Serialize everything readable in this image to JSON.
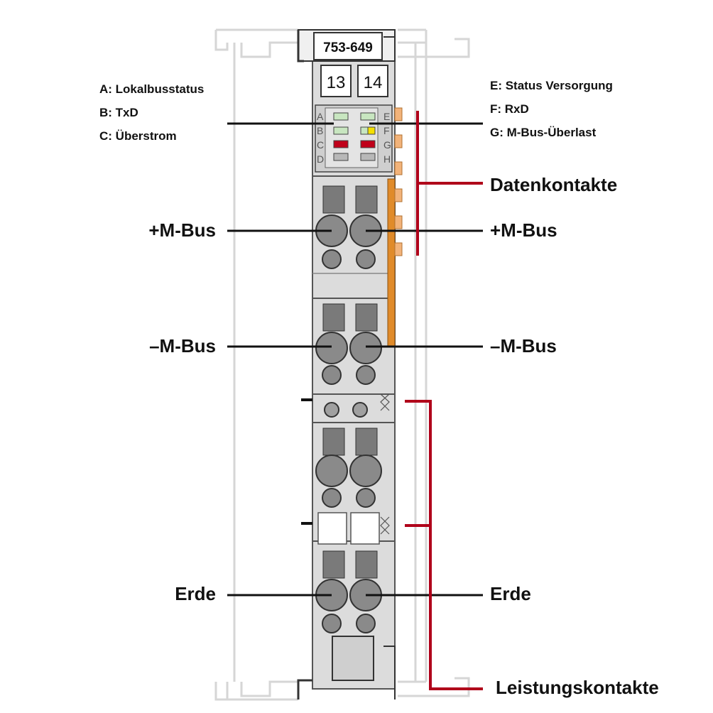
{
  "module": {
    "part_number": "753-649",
    "connector_numbers": [
      "13",
      "14"
    ],
    "led_letters_left": [
      "A",
      "B",
      "C",
      "D"
    ],
    "led_letters_right": [
      "E",
      "F",
      "G",
      "H"
    ]
  },
  "legend_left": {
    "a": "A: Lokalbusstatus",
    "b": "B: TxD",
    "c": "C: Überstrom"
  },
  "legend_right": {
    "e": "E: Status Versorgung",
    "f": "F: RxD",
    "g": "G: M-Bus-Überlast"
  },
  "labels": {
    "plus_m_bus_left": "+M-Bus",
    "plus_m_bus_right": "+M-Bus",
    "minus_m_bus_left": "–M-Bus",
    "minus_m_bus_right": "–M-Bus",
    "erde_left": "Erde",
    "erde_right": "Erde",
    "datenkontakte": "Datenkontakte",
    "leistungskontakte": "Leistungskontakte"
  },
  "colors": {
    "led_green": "#c8e6c0",
    "led_yellow": "#f5e000",
    "led_red": "#c0001a",
    "led_gray": "#b8b8b8",
    "bracket_red": "#b0001a",
    "contact_orange": "#f2b37a",
    "housing_gray": "#dcdcdc"
  }
}
